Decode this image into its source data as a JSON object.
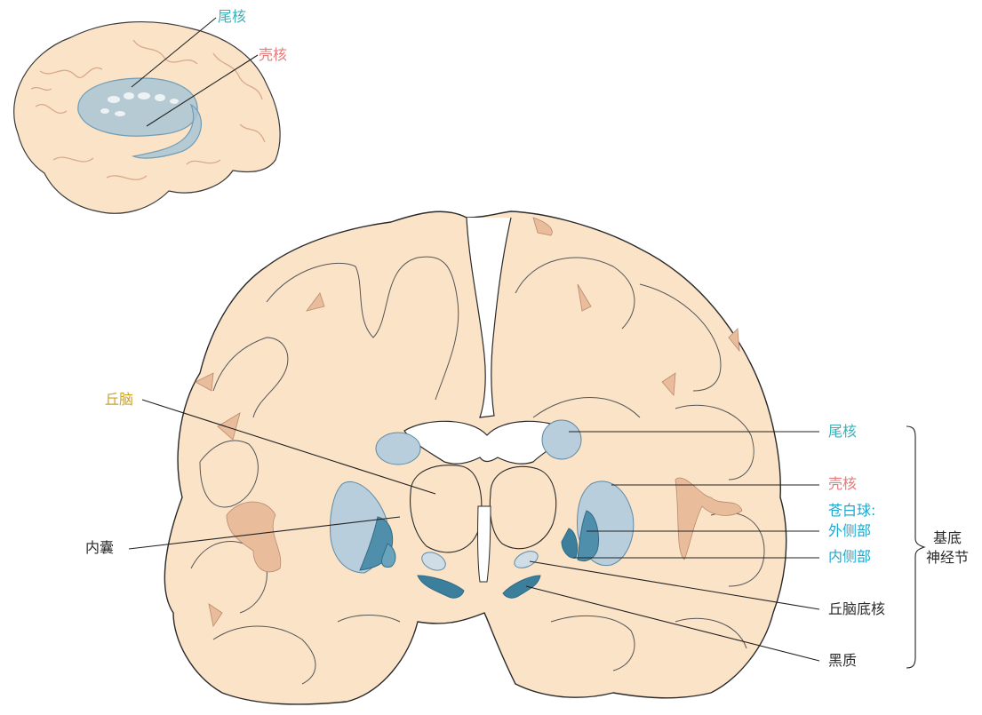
{
  "colors": {
    "brain": "#fbe3c8",
    "brain_outline": "#2a2a2a",
    "sulcus": "#e9bc9c",
    "light_blue": "#b9cedd",
    "mid_blue": "#7ea9c2",
    "dark_blue": "#3c7f9c",
    "teal_text": "#3ab0b8",
    "pink_text": "#e57b7b",
    "cyan_text": "#1fa8cf",
    "gold_text": "#c9a227",
    "dark_text": "#2b2b2b"
  },
  "labels": {
    "caudate_small": "尾核",
    "putamen_small": "壳核",
    "thalamus": "丘脑",
    "internal_capsule": "内囊",
    "caudate": "尾核",
    "putamen": "壳核",
    "globus_pallidus": "苍白球:",
    "external": "外侧部",
    "internal": "内侧部",
    "subthalamic": "丘脑底核",
    "substantia_nigra": "黑质",
    "basal_ganglia_line1": "基底",
    "basal_ganglia_line2": "神经节"
  }
}
